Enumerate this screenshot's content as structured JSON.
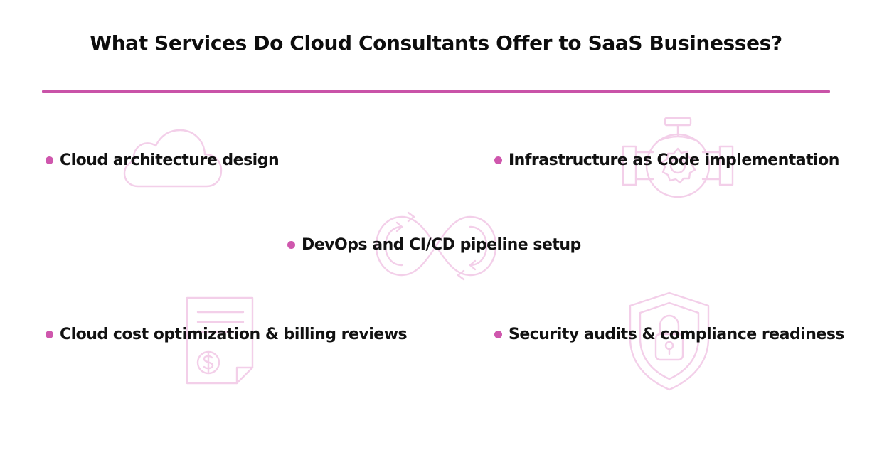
{
  "header": {
    "title": "What Services Do Cloud Consultants Offer to SaaS Businesses?"
  },
  "colors": {
    "accent": "#c953a8",
    "bullet": "#cf57ad",
    "icon_tint": "#f3cfe9",
    "text": "#111111"
  },
  "services": [
    {
      "label": "Cloud architecture design",
      "icon": "cloud-icon"
    },
    {
      "label": "Infrastructure as Code implementation",
      "icon": "valve-gear-icon"
    },
    {
      "label": "DevOps and CI/CD pipeline setup",
      "icon": "infinity-loop-icon"
    },
    {
      "label": "Cloud cost optimization & billing reviews",
      "icon": "invoice-dollar-icon"
    },
    {
      "label": "Security audits & compliance readiness",
      "icon": "shield-lock-icon"
    }
  ]
}
